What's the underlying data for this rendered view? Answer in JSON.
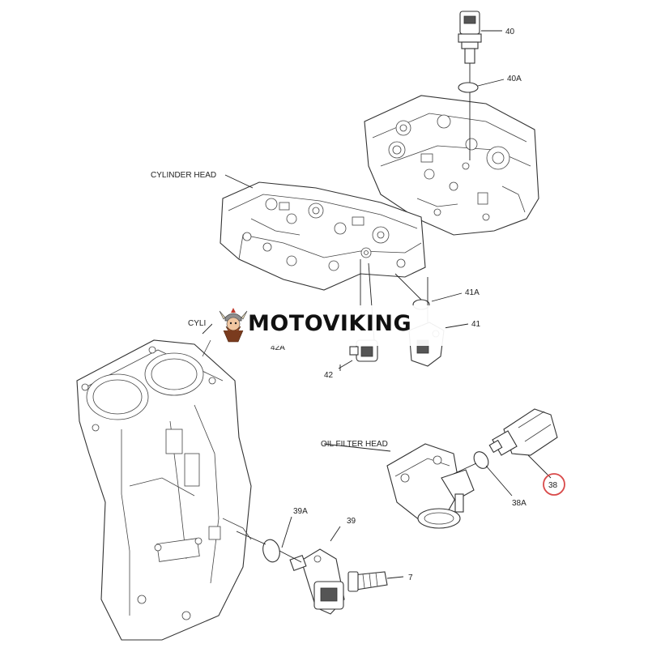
{
  "brand": {
    "name": "MOTOVIKING",
    "logo_icon": "viking-mascot-icon"
  },
  "labels": {
    "cylinder_head": "CYLINDER HEAD",
    "cylinder_block_partial": "CYLI",
    "oil_filter_head": "OIL FILTER HEAD"
  },
  "callouts": [
    {
      "id": "c40",
      "text": "40"
    },
    {
      "id": "c40a",
      "text": "40A"
    },
    {
      "id": "c41a",
      "text": "41A"
    },
    {
      "id": "c41",
      "text": "41"
    },
    {
      "id": "c42a",
      "text": "42A"
    },
    {
      "id": "c42",
      "text": "42"
    },
    {
      "id": "c38",
      "text": "38",
      "highlighted": true
    },
    {
      "id": "c38a",
      "text": "38A"
    },
    {
      "id": "c39a",
      "text": "39A"
    },
    {
      "id": "c39",
      "text": "39"
    },
    {
      "id": "c7",
      "text": "7"
    }
  ],
  "colors": {
    "highlight_ring": "#d94a4a",
    "line_art": "#333333",
    "background": "#ffffff"
  }
}
